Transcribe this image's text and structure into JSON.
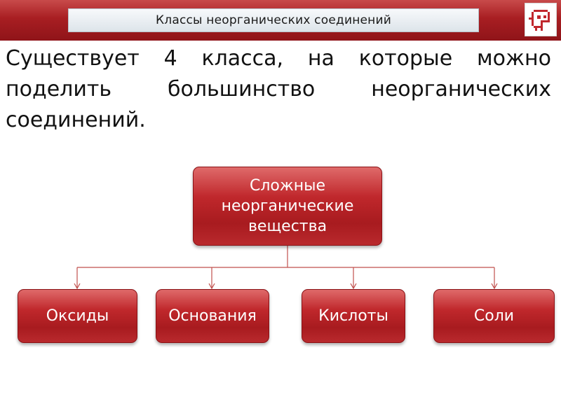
{
  "header": {
    "title": "Классы неорганических соединений",
    "logo_icon": "robot-logo-icon",
    "bar_color": "#a81e22"
  },
  "intro_text": "Существует 4 класса, на которые можно поделить большинство неорганических соединений.",
  "diagram": {
    "root": {
      "label": "Сложные неорганические вещества"
    },
    "children": [
      {
        "label": "Оксиды"
      },
      {
        "label": "Основания"
      },
      {
        "label": "Кислоты"
      },
      {
        "label": "Соли"
      }
    ],
    "node_color": "#b9252a",
    "connector_color": "#c0504d"
  }
}
